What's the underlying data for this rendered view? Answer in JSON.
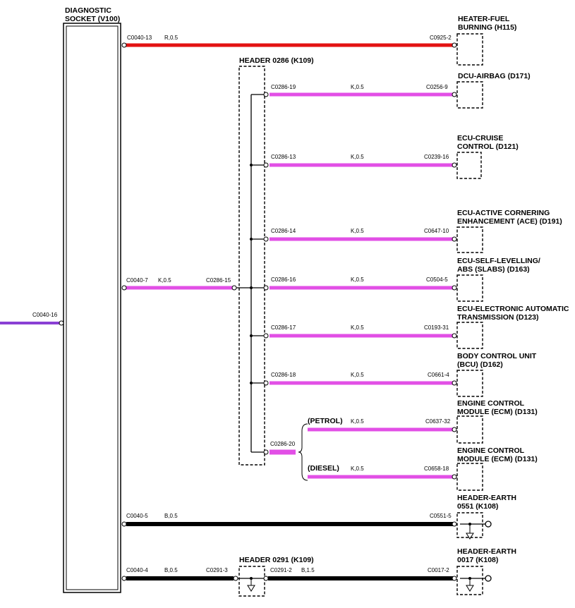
{
  "socket": {
    "title_line1": "DIAGNOSTIC",
    "title_line2": "SOCKET (V100)",
    "input_connector": "C0040-16",
    "input_color": "#8a3fd4"
  },
  "colors": {
    "red": "#e31212",
    "pink": "#e24fe6",
    "black": "#000000"
  },
  "header_0286": {
    "title": "HEADER 0286 (K109)",
    "in_connector_left": "C0040-7",
    "in_wire": "K,0.5",
    "in_connector_right": "C0286-15"
  },
  "header_0291": {
    "title": "HEADER 0291 (K109)",
    "left_connector": "C0291-3",
    "right_connector": "C0291-2",
    "right_wire": "B,1.5"
  },
  "circuits": [
    {
      "from": "C0040-13",
      "wire": "R,0.5",
      "to": "C0925-2",
      "dest_line1": "HEATER-FUEL",
      "dest_line2": "BURNING (H115)"
    },
    {
      "from": "C0286-19",
      "wire": "K,0.5",
      "to": "C0256-9",
      "dest_line1": "DCU-AIRBAG (D171)",
      "dest_line2": ""
    },
    {
      "from": "C0286-13",
      "wire": "K,0.5",
      "to": "C0239-16",
      "dest_line1": "ECU-CRUISE",
      "dest_line2": "CONTROL (D121)"
    },
    {
      "from": "C0286-14",
      "wire": "K,0.5",
      "to": "C0647-10",
      "dest_line1": "ECU-ACTIVE CORNERING",
      "dest_line2": "ENHANCEMENT (ACE) (D191)"
    },
    {
      "from": "C0286-16",
      "wire": "K,0.5",
      "to": "C0504-5",
      "dest_line1": "ECU-SELF-LEVELLING/",
      "dest_line2": "ABS (SLABS) (D163)"
    },
    {
      "from": "C0286-17",
      "wire": "K,0.5",
      "to": "C0193-31",
      "dest_line1": "ECU-ELECTRONIC AUTOMATIC",
      "dest_line2": "TRANSMISSION (D123)"
    },
    {
      "from": "C0286-18",
      "wire": "K,0.5",
      "to": "C0661-4",
      "dest_line1": "BODY CONTROL UNIT",
      "dest_line2": "(BCU) (D162)"
    }
  ],
  "ecm": {
    "from": "C0286-20",
    "petrol": {
      "variant": "(PETROL)",
      "wire": "K,0.5",
      "to": "C0637-32",
      "dest_line1": "ENGINE CONTROL",
      "dest_line2": "MODULE (ECM) (D131)"
    },
    "diesel": {
      "variant": "(DIESEL)",
      "wire": "K,0.5",
      "to": "C0658-18",
      "dest_line1": "ENGINE CONTROL",
      "dest_line2": "MODULE (ECM) (D131)"
    }
  },
  "earths": [
    {
      "from": "C0040-5",
      "wire": "B,0.5",
      "to": "C0551-5",
      "dest_line1": "HEADER-EARTH",
      "dest_line2": "0551 (K108)"
    },
    {
      "from": "C0040-4",
      "wire": "B,0.5",
      "to": "C0017-2",
      "dest_line1": "HEADER-EARTH",
      "dest_line2": "0017 (K108)"
    }
  ]
}
